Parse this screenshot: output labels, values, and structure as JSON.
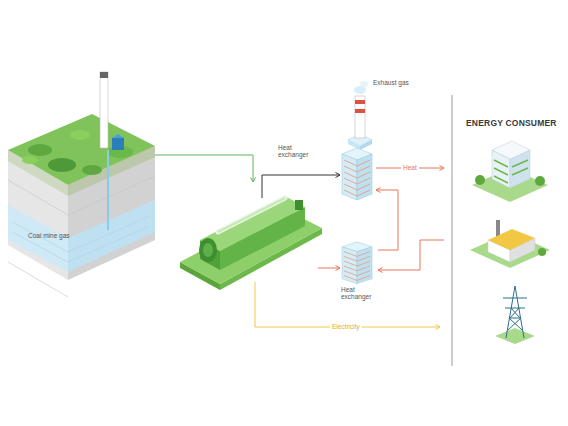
{
  "diagram": {
    "nodes": [
      {
        "text": [
          "Coal mine gas"
        ]
      },
      {
        "text": [
          "Exhaust gas"
        ]
      },
      {
        "text": [
          "Heat exchanger"
        ]
      },
      {
        "text": [
          "Heat exchanger"
        ]
      },
      {
        "text": [
          "ENERGY CONSUMER"
        ]
      }
    ],
    "edges": [
      {
        "from": 2,
        "to": 4,
        "label": "Heat",
        "arrow": "to"
      },
      {
        "from": 4,
        "to": 3,
        "arrow": "to"
      },
      {
        "from": 3,
        "to": 2,
        "arrow": "to"
      }
    ],
    "labels": [
      "Electricity"
    ]
  }
}
